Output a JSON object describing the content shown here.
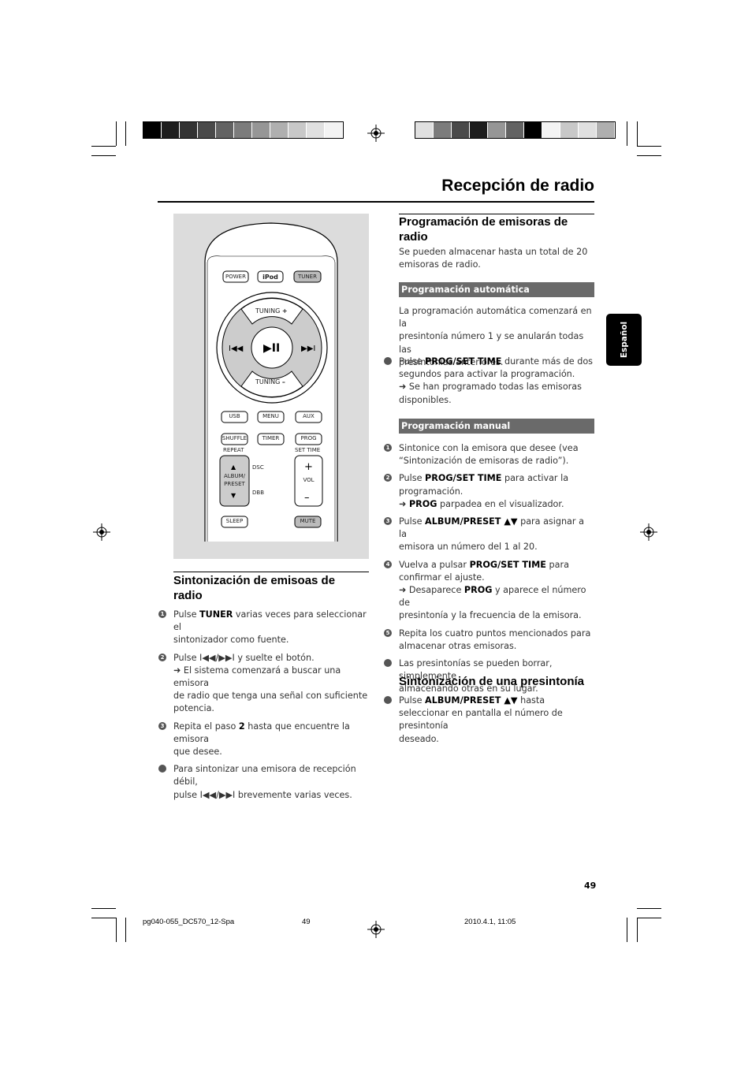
{
  "page_title": "Recepción de radio",
  "language_tab": "Español",
  "page_number": "49",
  "footer": {
    "file": "pg040-055_DC570_12-Spa",
    "page": "49",
    "timestamp": "2010.4.1, 11:05"
  },
  "remote": {
    "power": "POWER",
    "ipod": "iPod",
    "tuner": "TUNER",
    "tuning_plus": "TUNING",
    "tuning_minus": "TUNING",
    "usb": "USB",
    "menu": "MENU",
    "aux": "AUX",
    "shuffle": "SHUFFLE",
    "timer": "TIMER",
    "prog": "PROG",
    "repeat": "REPEAT",
    "set_time": "SET TIME",
    "album": "ALBUM/",
    "preset": "PRESET",
    "dsc": "DSC",
    "dbb": "DBB",
    "vol": "VOL",
    "sleep": "SLEEP",
    "mute": "MUTE"
  },
  "left_section": {
    "heading_line1": "Sintonización de emisoas de",
    "heading_line2": "radio",
    "steps": [
      {
        "marker": "1",
        "lines": [
          "Pulse <b>TUNER</b> varias veces para seleccionar el",
          "sintonizador como fuente."
        ]
      },
      {
        "marker": "2",
        "lines": [
          "Pulse I◀◀/▶▶I y suelte el botón.",
          "➜ El sistema comenzará a buscar una emisora",
          "de radio que tenga una señal con suficiente",
          "potencia."
        ]
      },
      {
        "marker": "3",
        "lines": [
          "Repita el paso <b>2</b> hasta que encuentre la emisora",
          "que desee."
        ]
      },
      {
        "marker": "",
        "lines": [
          "Para sintonizar una emisora de recepción débil,",
          "pulse I◀◀/▶▶I brevemente varias veces."
        ]
      }
    ]
  },
  "right_section": {
    "heading_line1": "Programación de emisoras de",
    "heading_line2": "radio",
    "intro": [
      "Se pueden almacenar hasta un total de 20",
      "emisoras de radio."
    ],
    "auto_bar": "Programación automática",
    "auto_text": [
      "La programación automática comenzará en la",
      "presintonía número 1 y se anularán todas las",
      "presintonías anteriores."
    ],
    "auto_step": [
      "Pulse <b>PROG/SET TIME</b> durante más de dos",
      "segundos para activar la programación.",
      "➜ Se han programado todas las emisoras",
      "disponibles."
    ],
    "manual_bar": "Programación manual",
    "manual_steps": [
      {
        "marker": "1",
        "lines": [
          "Sintonice con la emisora que desee (vea",
          "“Sintonización de emisoras de radio”)."
        ]
      },
      {
        "marker": "2",
        "lines": [
          "Pulse <b>PROG/SET TIME</b> para activar la",
          "programación.",
          "➜ <b>PROG</b> parpadea en el visualizador."
        ]
      },
      {
        "marker": "3",
        "lines": [
          "Pulse <b>ALBUM/PRESET ▲▼</b>  para asignar a la",
          "emisora un número del 1 al 20."
        ]
      },
      {
        "marker": "4",
        "lines": [
          "Vuelva a pulsar <b>PROG/SET TIME</b> para",
          "confirmar el ajuste.",
          "➜ Desaparece <b>PROG</b> y aparece el número de",
          "presintonía y la frecuencia de la emisora."
        ]
      },
      {
        "marker": "5",
        "lines": [
          "Repita los cuatro puntos mencionados para",
          "almacenar otras emisoras."
        ]
      },
      {
        "marker": "",
        "lines": [
          "Las presintonías se pueden borrar, simplemente",
          "almacenando otras en su lugar."
        ]
      }
    ],
    "preset_heading": "Sintonización de una presintonía",
    "preset_step": [
      "Pulse <b>ALBUM/PRESET ▲▼</b> hasta",
      "seleccionar en pantalla el número de presintonía",
      "deseado."
    ]
  },
  "colors": {
    "bar_bg": "#6a6a6a",
    "remote_panel": "#dcdcdc",
    "tab_bg": "#000000"
  }
}
